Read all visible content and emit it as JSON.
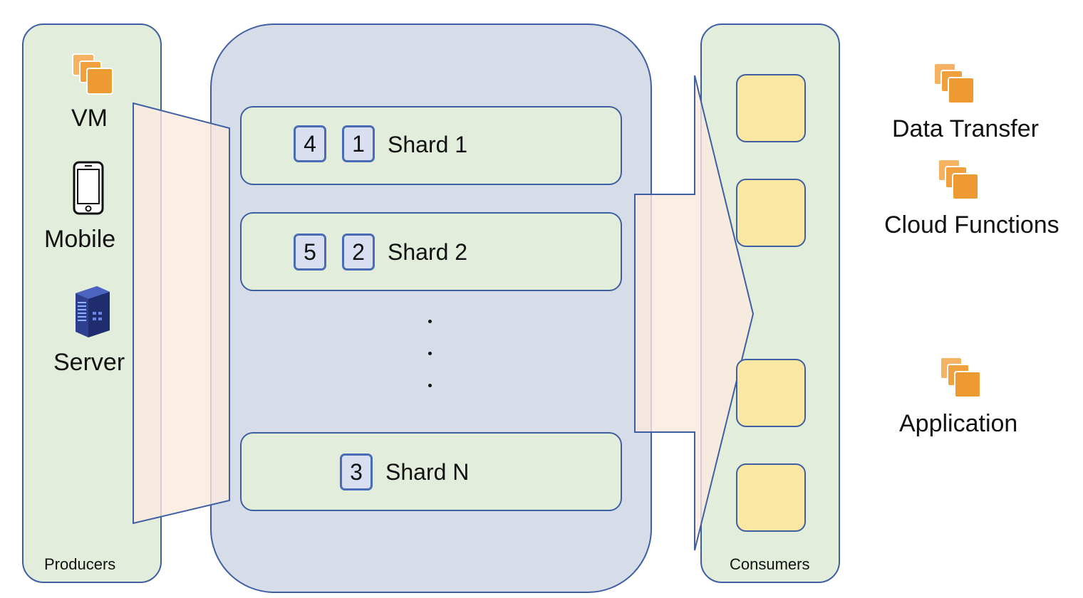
{
  "producers": {
    "title": "Producers",
    "items": [
      {
        "label": "VM",
        "icon": "vm-stack-icon"
      },
      {
        "label": "Mobile",
        "icon": "mobile-phone-icon"
      },
      {
        "label": "Server",
        "icon": "server-icon"
      }
    ]
  },
  "stream": {
    "shards": [
      {
        "label": "Shard 1",
        "records": [
          "4",
          "1"
        ]
      },
      {
        "label": "Shard 2",
        "records": [
          "5",
          "2"
        ]
      },
      {
        "label": "Shard N",
        "records": [
          "3"
        ]
      }
    ],
    "ellipsis": ".\n.\n."
  },
  "consumers": {
    "title": "Consumers",
    "slots": 4
  },
  "destinations": [
    {
      "label": "Data Transfer",
      "icon": "instance-stack-icon"
    },
    {
      "label": "Cloud Functions",
      "icon": "instance-stack-icon"
    },
    {
      "label": "Application",
      "icon": "instance-stack-icon"
    }
  ],
  "colors": {
    "panel_fill": "#e3eddb",
    "stream_fill": "#d6dde8",
    "border": "#3f5fa3",
    "record_fill": "#d9dff0",
    "consumer_fill": "#fbe7a4",
    "flow_fill": "#fbe9df",
    "icon_orange": "#f0a03c"
  }
}
